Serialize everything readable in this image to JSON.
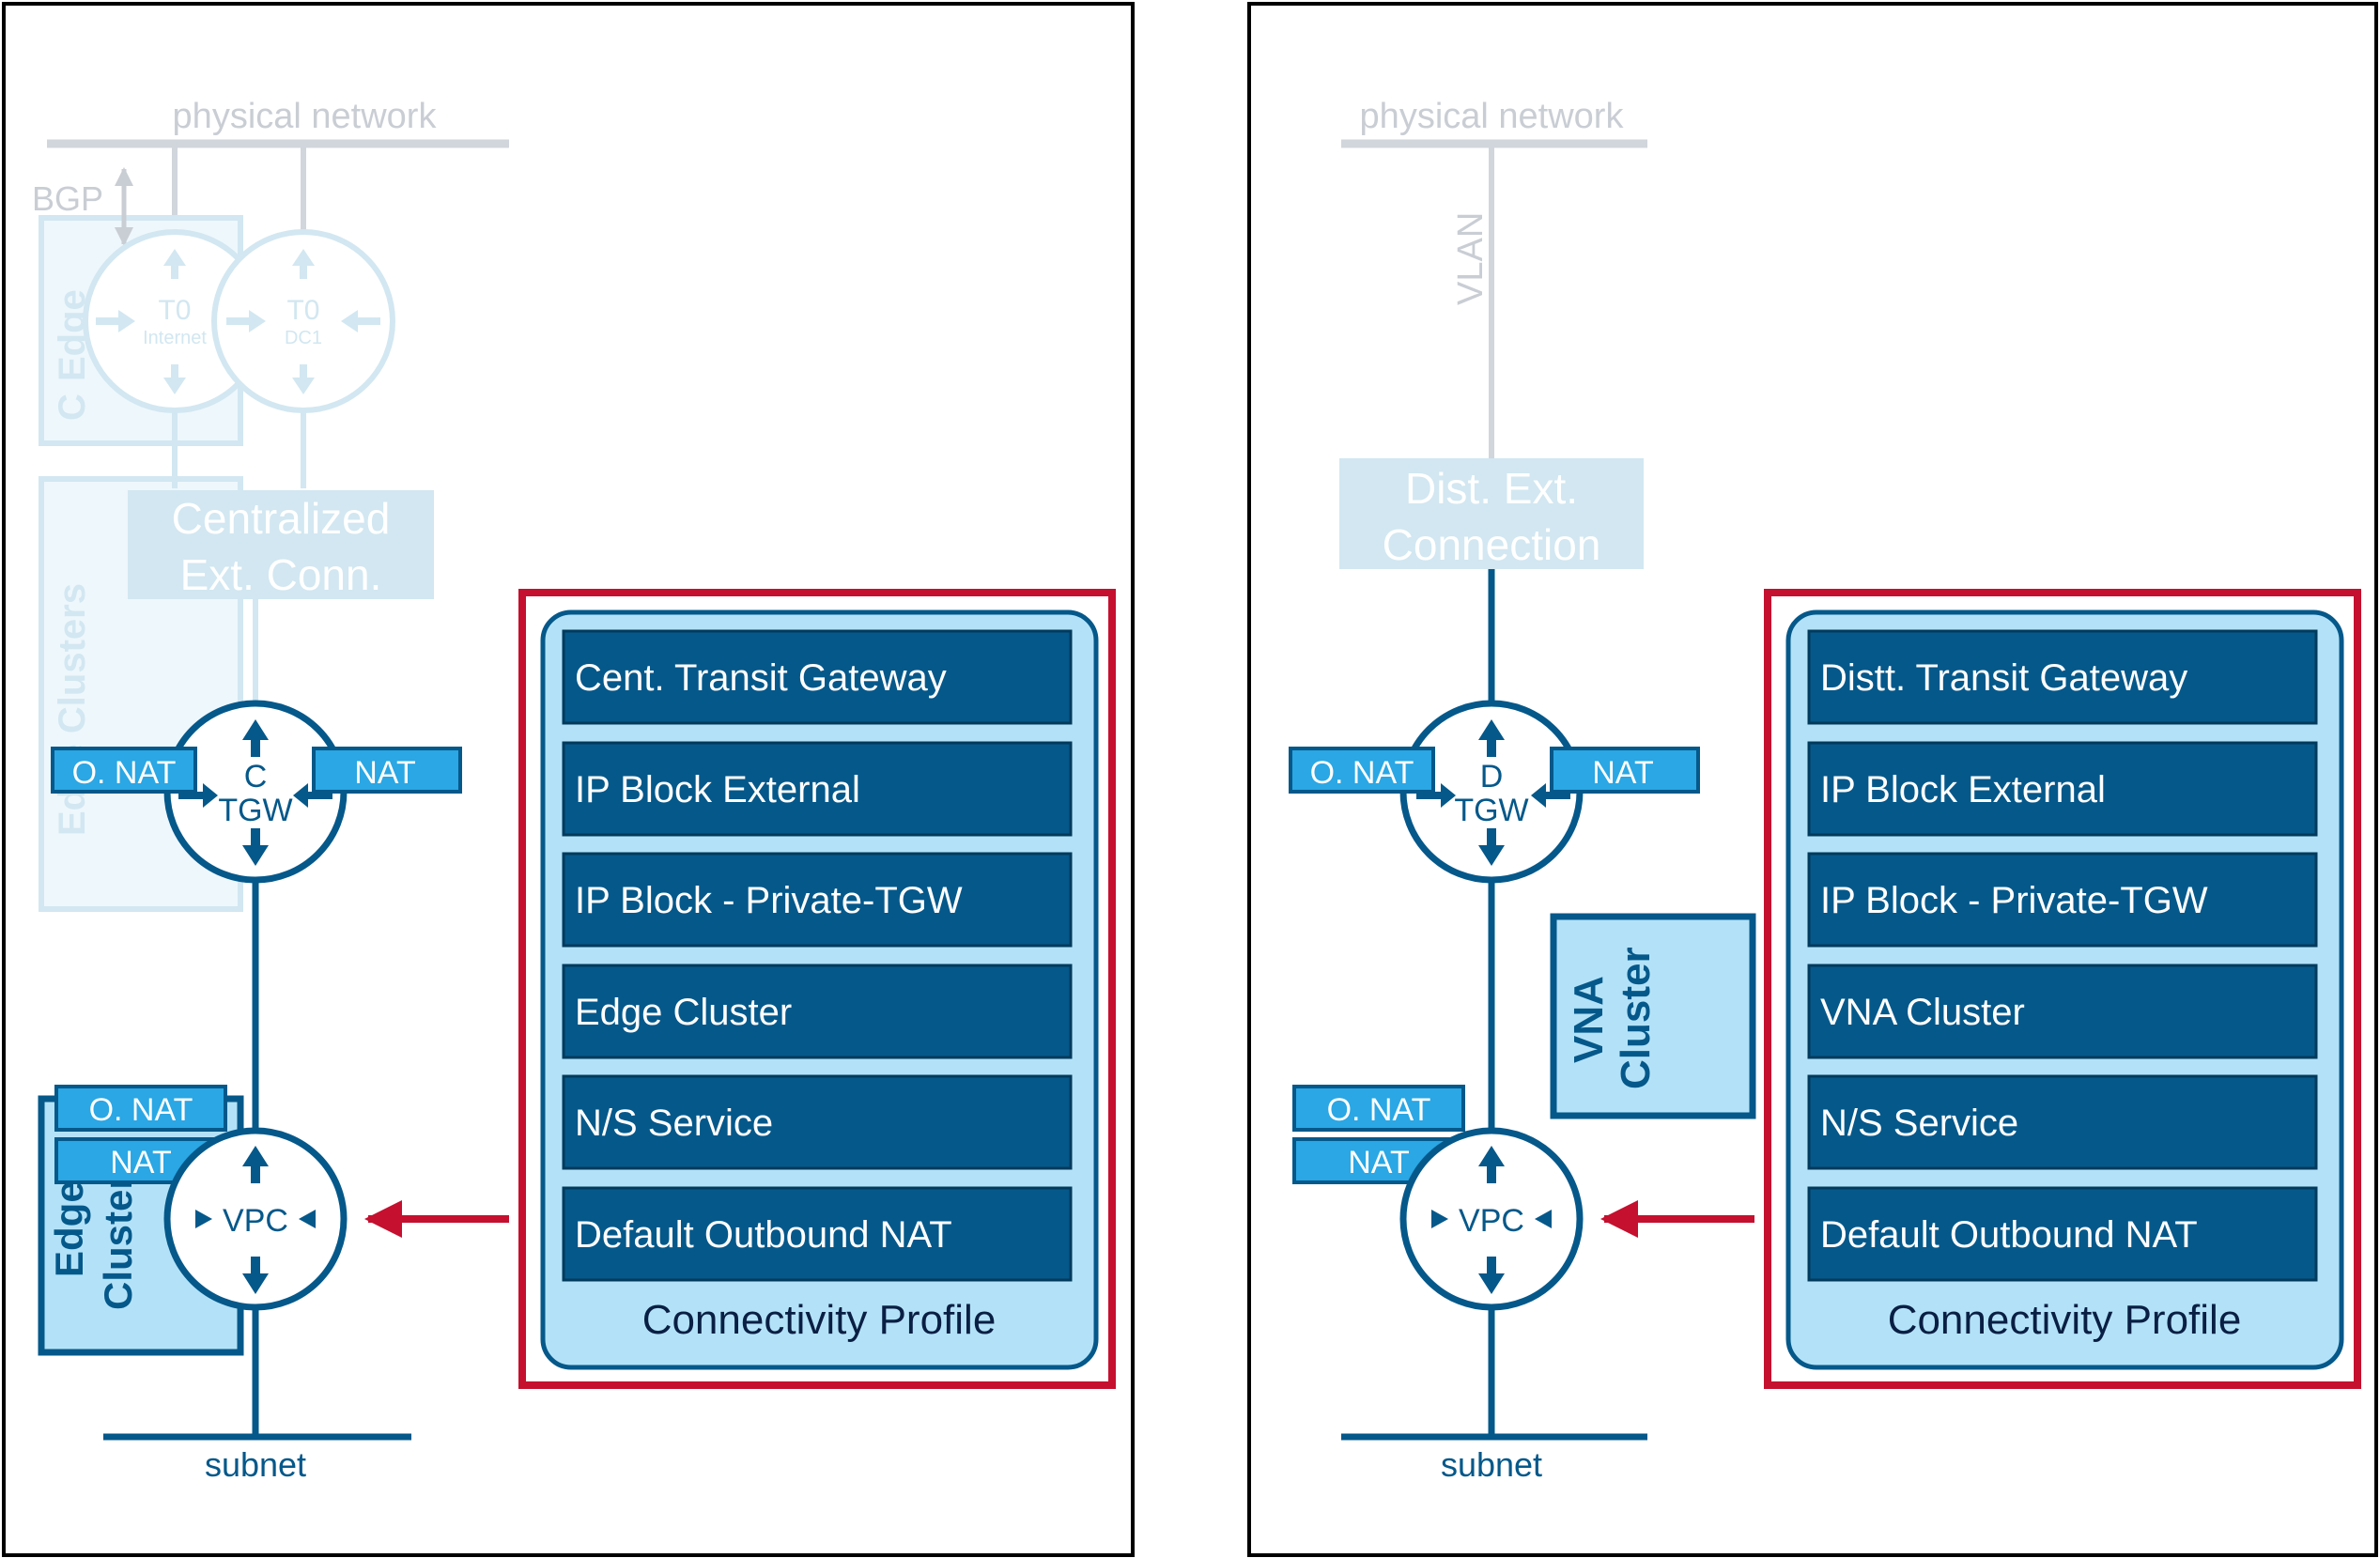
{
  "left": {
    "physical_network": "physical network",
    "bgp": "BGP",
    "t0_internet_title": "T0",
    "t0_internet_sub": "Internet",
    "t0_dc1_title": "T0",
    "t0_dc1_sub": "DC1",
    "edge_cluster_label_top": "Edge",
    "edge_cluster_label_top2": "C",
    "edge_clusters_label": "Edge Clusters",
    "centralized_line1": "Centralized",
    "centralized_line2": "Ext. Conn.",
    "tgw_letter": "C",
    "tgw_label": "TGW",
    "onat_tgw": "O. NAT",
    "nat_tgw": "NAT",
    "onat_vpc": "O. NAT",
    "nat_vpc": "NAT",
    "edge_cluster_vpc_line1": "Edge",
    "edge_cluster_vpc_line2": "Cluster",
    "vpc_label": "VPC",
    "subnet": "subnet",
    "profile_items": [
      "Cent. Transit Gateway",
      "IP Block External",
      "IP Block - Private-TGW",
      "Edge Cluster",
      "N/S Service",
      "Default Outbound NAT"
    ],
    "profile_title": "Connectivity Profile"
  },
  "right": {
    "physical_network": "physical network",
    "vlan": "VLAN",
    "dist_line1": "Dist. Ext.",
    "dist_line2": "Connection",
    "tgw_letter": "D",
    "tgw_label": "TGW",
    "onat_tgw": "O. NAT",
    "nat_tgw": "NAT",
    "vna_line1": "VNA",
    "vna_line2": "Cluster",
    "onat_vpc": "O. NAT",
    "nat_vpc": "NAT",
    "vpc_label": "VPC",
    "subnet": "subnet",
    "profile_items": [
      "Distt. Transit Gateway",
      "IP Block External",
      "IP Block - Private-TGW",
      "VNA Cluster",
      "N/S Service",
      "Default Outbound NAT"
    ],
    "profile_title": "Connectivity Profile"
  },
  "colors": {
    "navy": "#05588a",
    "bright_blue": "#2aa7e4",
    "light_blue": "#b3e2f8",
    "red": "#c5102f",
    "faded_gray": "#d1d5dc",
    "faded_blue": "#d2e7f1"
  }
}
